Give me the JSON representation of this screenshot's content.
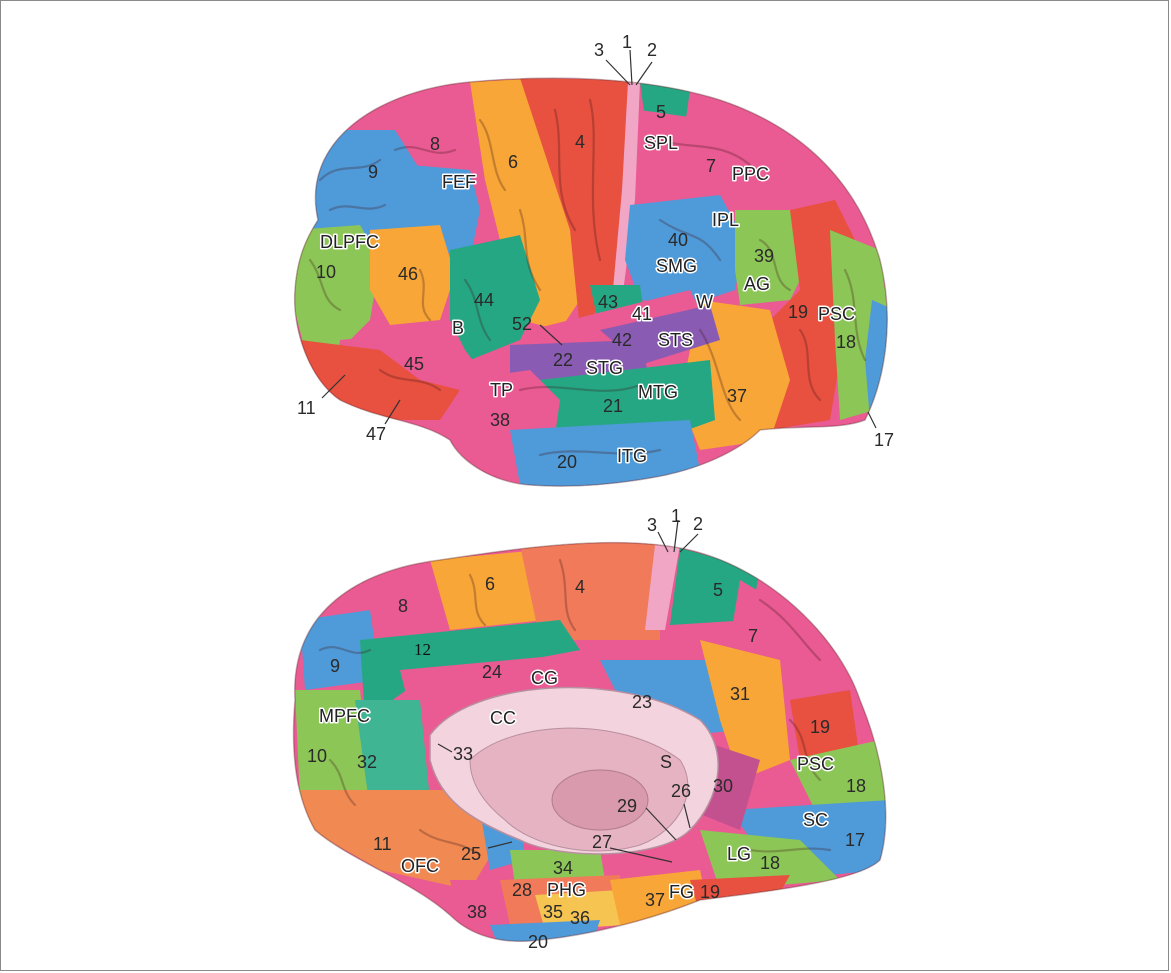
{
  "colors": {
    "red": "#e8503f",
    "pink": "#ea5a93",
    "orange": "#f7a637",
    "green": "#8cc656",
    "teal": "#25a784",
    "blue": "#4f9ad9",
    "purple": "#8a5bb2",
    "lightpink": "#f0a6c4",
    "salmon": "#f07a5a",
    "yellow": "#f5c451"
  },
  "lateral": {
    "labels": [
      "3",
      "1",
      "2",
      "5",
      "SPL",
      "4",
      "8",
      "6",
      "FEF",
      "9",
      "7",
      "PPC",
      "IPL",
      "40",
      "SMG",
      "39",
      "AG",
      "DLPFC",
      "10",
      "46",
      "44",
      "B",
      "52",
      "43",
      "41",
      "W",
      "42",
      "STS",
      "22",
      "STG",
      "19",
      "PSC",
      "18",
      "45",
      "TP",
      "38",
      "MTG",
      "21",
      "37",
      "11",
      "47",
      "20",
      "ITG",
      "17"
    ]
  },
  "medial": {
    "labels": [
      "3",
      "1",
      "2",
      "6",
      "4",
      "5",
      "8",
      "12",
      "7",
      "9",
      "24",
      "CG",
      "23",
      "31",
      "MPFC",
      "CC",
      "33",
      "19",
      "10",
      "32",
      "S",
      "30",
      "PSC",
      "18",
      "29",
      "26",
      "SC",
      "17",
      "11",
      "OFC",
      "25",
      "34",
      "27",
      "LG",
      "18",
      "28",
      "PHG",
      "35",
      "36",
      "37",
      "FG",
      "19",
      "38",
      "20"
    ]
  }
}
